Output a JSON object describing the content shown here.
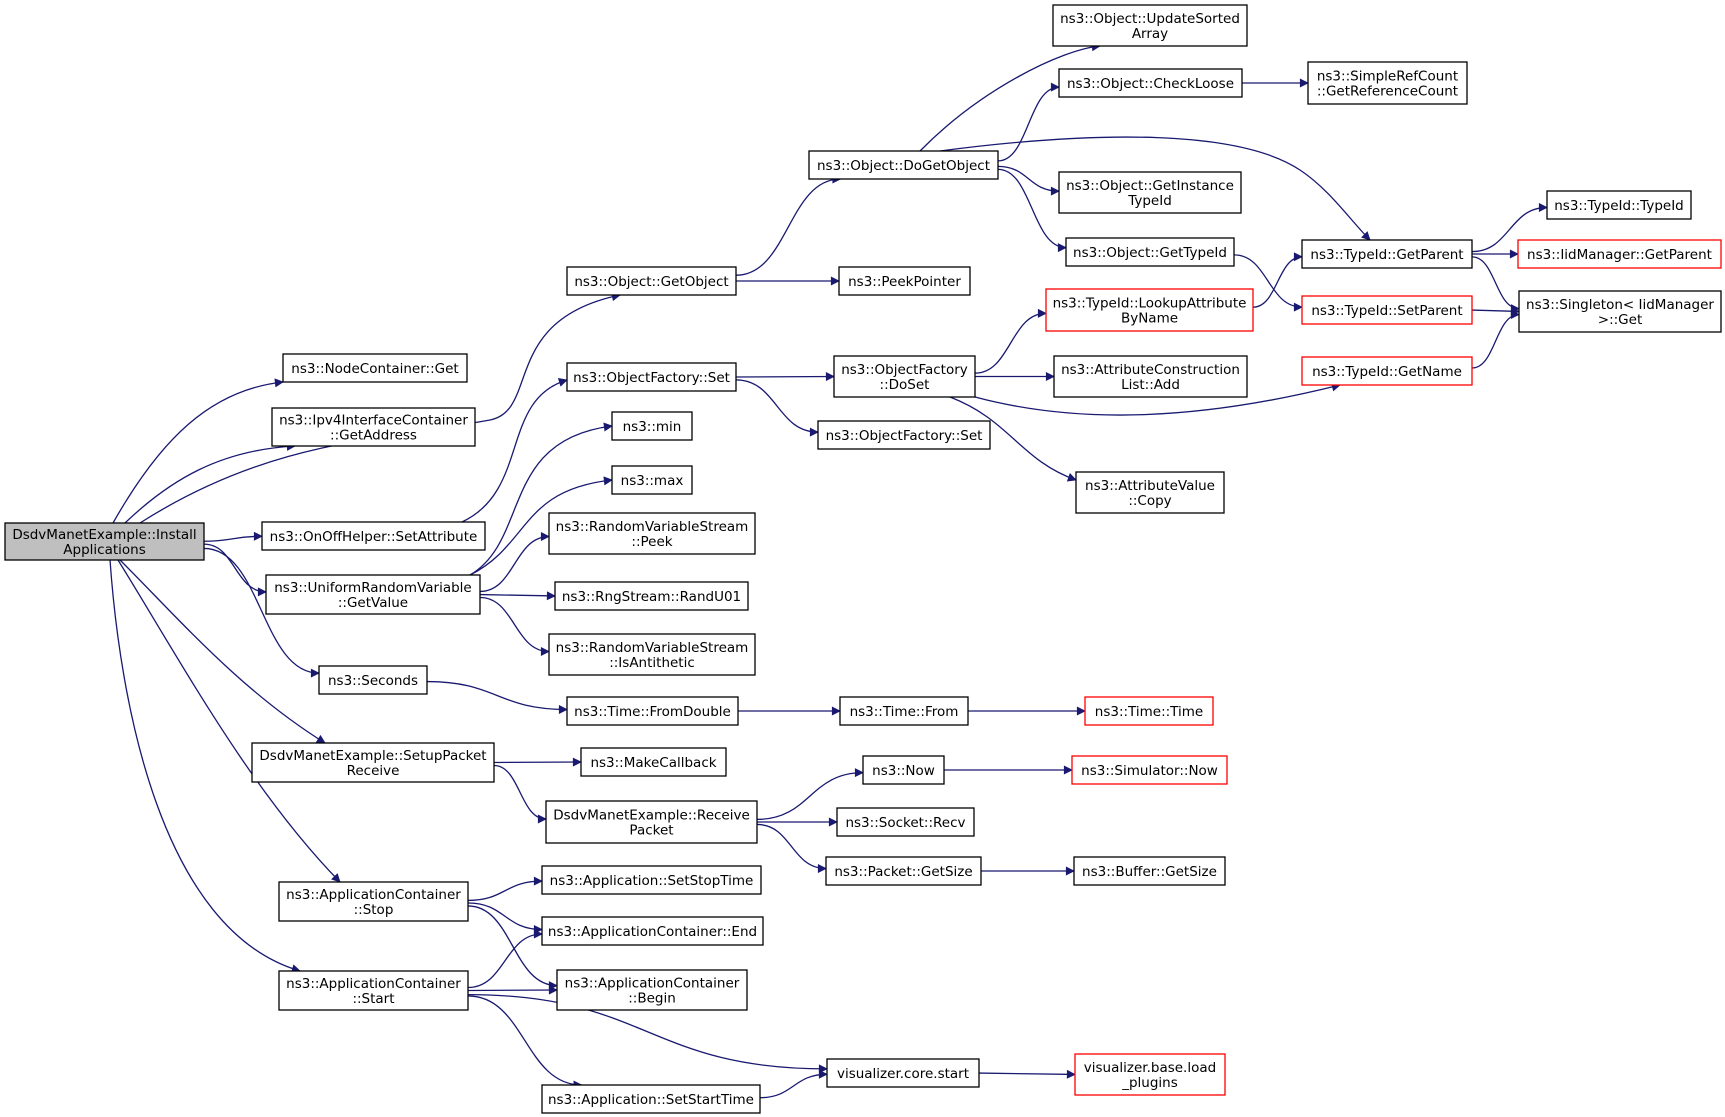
{
  "graph_title": "",
  "colors": {
    "edge": "#191970",
    "root_fill": "#bfbfbf",
    "truncated_border": "#ff0000",
    "node_border": "#000000"
  },
  "nodes": {
    "root": {
      "lines": [
        "DsdvManetExample::Install",
        "Applications"
      ],
      "style": "root"
    },
    "nodecontainer_get": {
      "lines": [
        "ns3::NodeContainer::Get"
      ]
    },
    "ipv4_getaddress": {
      "lines": [
        "ns3::Ipv4InterfaceContainer",
        "::GetAddress"
      ]
    },
    "onoff_setattribute": {
      "lines": [
        "ns3::OnOffHelper::SetAttribute"
      ]
    },
    "uniform_getvalue": {
      "lines": [
        "ns3::UniformRandomVariable",
        "::GetValue"
      ]
    },
    "seconds": {
      "lines": [
        "ns3::Seconds"
      ]
    },
    "setup_packet_receive": {
      "lines": [
        "DsdvManetExample::SetupPacket",
        "Receive"
      ]
    },
    "appcontainer_stop": {
      "lines": [
        "ns3::ApplicationContainer",
        "::Stop"
      ]
    },
    "appcontainer_start": {
      "lines": [
        "ns3::ApplicationContainer",
        "::Start"
      ]
    },
    "object_getobject": {
      "lines": [
        "ns3::Object::GetObject"
      ]
    },
    "objectfactory_set1": {
      "lines": [
        "ns3::ObjectFactory::Set"
      ]
    },
    "min": {
      "lines": [
        "ns3::min"
      ]
    },
    "max": {
      "lines": [
        "ns3::max"
      ]
    },
    "rvs_peek": {
      "lines": [
        "ns3::RandomVariableStream",
        "::Peek"
      ]
    },
    "rngstream_randu01": {
      "lines": [
        "ns3::RngStream::RandU01"
      ]
    },
    "rvs_isantithetic": {
      "lines": [
        "ns3::RandomVariableStream",
        "::IsAntithetic"
      ]
    },
    "time_fromdouble": {
      "lines": [
        "ns3::Time::FromDouble"
      ]
    },
    "makecallback": {
      "lines": [
        "ns3::MakeCallback"
      ]
    },
    "receive_packet": {
      "lines": [
        "DsdvManetExample::Receive",
        "Packet"
      ]
    },
    "app_setstoptime": {
      "lines": [
        "ns3::Application::SetStopTime"
      ]
    },
    "appcontainer_end": {
      "lines": [
        "ns3::ApplicationContainer::End"
      ]
    },
    "appcontainer_begin": {
      "lines": [
        "ns3::ApplicationContainer",
        "::Begin"
      ]
    },
    "app_setstarttime": {
      "lines": [
        "ns3::Application::SetStartTime"
      ]
    },
    "object_dogetobject": {
      "lines": [
        "ns3::Object::DoGetObject"
      ]
    },
    "peekpointer": {
      "lines": [
        "ns3::PeekPointer"
      ]
    },
    "objectfactory_doset": {
      "lines": [
        "ns3::ObjectFactory",
        "::DoSet"
      ]
    },
    "objectfactory_set2": {
      "lines": [
        "ns3::ObjectFactory::Set"
      ]
    },
    "time_from": {
      "lines": [
        "ns3::Time::From"
      ]
    },
    "now": {
      "lines": [
        "ns3::Now"
      ]
    },
    "socket_recv": {
      "lines": [
        "ns3::Socket::Recv"
      ]
    },
    "packet_getsize": {
      "lines": [
        "ns3::Packet::GetSize"
      ]
    },
    "viz_core_start": {
      "lines": [
        "visualizer.core.start"
      ]
    },
    "object_updatesortedarray": {
      "lines": [
        "ns3::Object::UpdateSorted",
        "Array"
      ]
    },
    "object_checkloose": {
      "lines": [
        "ns3::Object::CheckLoose"
      ]
    },
    "object_getinstancetypeid": {
      "lines": [
        "ns3::Object::GetInstance",
        "TypeId"
      ]
    },
    "object_gettypeid": {
      "lines": [
        "ns3::Object::GetTypeId"
      ]
    },
    "typeid_lookupattributebyname": {
      "lines": [
        "ns3::TypeId::LookupAttribute",
        "ByName"
      ],
      "style": "trunc"
    },
    "attrconstructionlist_add": {
      "lines": [
        "ns3::AttributeConstruction",
        "List::Add"
      ]
    },
    "attributevalue_copy": {
      "lines": [
        "ns3::AttributeValue",
        "::Copy"
      ]
    },
    "time_time": {
      "lines": [
        "ns3::Time::Time"
      ],
      "style": "trunc"
    },
    "simulator_now": {
      "lines": [
        "ns3::Simulator::Now"
      ],
      "style": "trunc"
    },
    "buffer_getsize": {
      "lines": [
        "ns3::Buffer::GetSize"
      ]
    },
    "viz_base_loadplugins": {
      "lines": [
        "visualizer.base.load",
        "_plugins"
      ],
      "style": "trunc"
    },
    "simplerefcount_getrefcount": {
      "lines": [
        "ns3::SimpleRefCount",
        "::GetReferenceCount"
      ]
    },
    "typeid_getparent": {
      "lines": [
        "ns3::TypeId::GetParent"
      ]
    },
    "typeid_setparent": {
      "lines": [
        "ns3::TypeId::SetParent"
      ],
      "style": "trunc"
    },
    "typeid_getname": {
      "lines": [
        "ns3::TypeId::GetName"
      ],
      "style": "trunc"
    },
    "typeid_typeid": {
      "lines": [
        "ns3::TypeId::TypeId"
      ]
    },
    "iidmanager_getparent": {
      "lines": [
        "ns3::IidManager::GetParent"
      ],
      "style": "trunc"
    },
    "singleton_get": {
      "lines": [
        "ns3::Singleton< IidManager",
        ">::Get"
      ]
    }
  }
}
